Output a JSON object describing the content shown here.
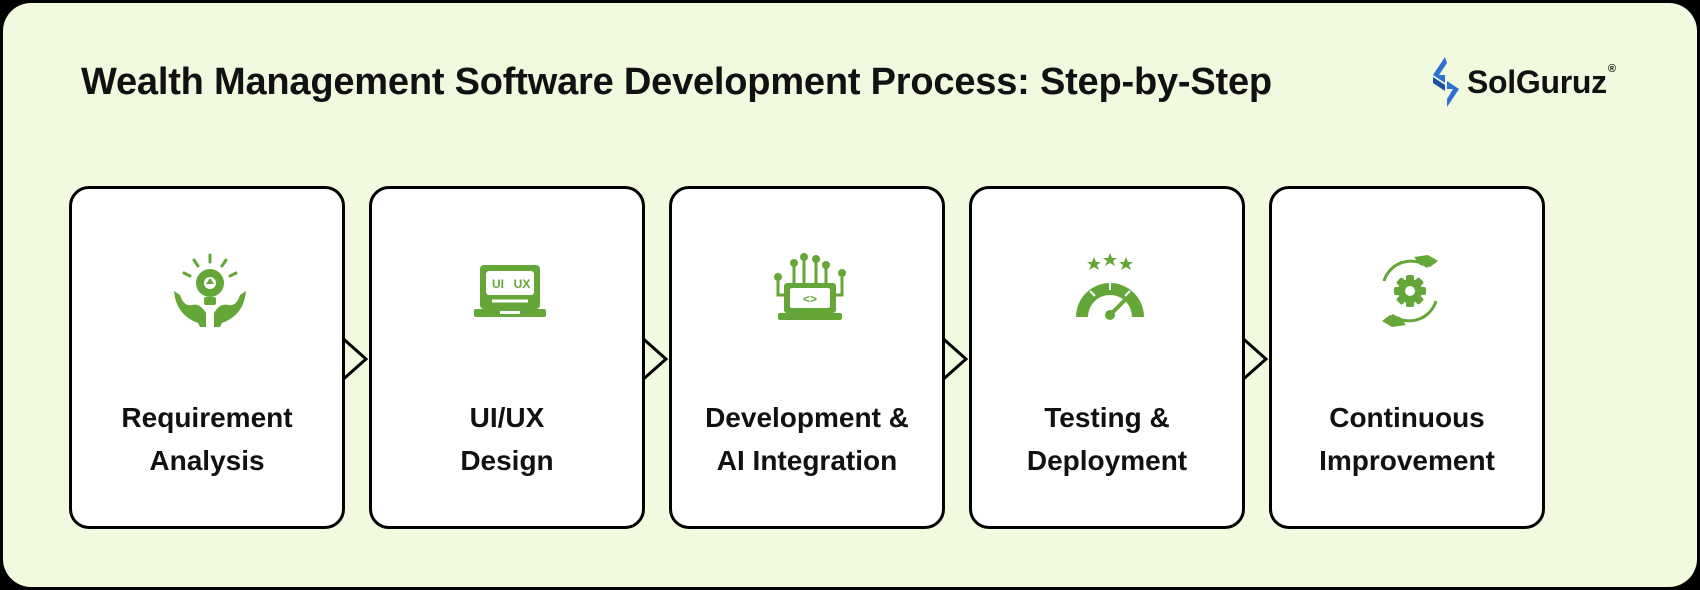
{
  "title": "Wealth Management Software Development Process: Step-by-Step",
  "brand": {
    "name": "SolGuruz",
    "registered": "®"
  },
  "colors": {
    "accent": "#64a638",
    "background": "#f1fadf",
    "card": "#ffffff",
    "border": "#000000"
  },
  "steps": [
    {
      "icon": "idea-hands-icon",
      "line1": "Requirement",
      "line2": "Analysis"
    },
    {
      "icon": "ui-ux-laptop-icon",
      "line1": "UI/UX",
      "line2": "Design"
    },
    {
      "icon": "code-laptop-circuit-icon",
      "line1": "Development &",
      "line2": "AI Integration"
    },
    {
      "icon": "speedometer-stars-icon",
      "line1": "Testing &",
      "line2": "Deployment"
    },
    {
      "icon": "gear-cycle-hands-icon",
      "line1": "Continuous",
      "line2": "Improvement"
    }
  ],
  "icon_text": {
    "ui": "UI",
    "ux": "UX",
    "code": "<>"
  }
}
